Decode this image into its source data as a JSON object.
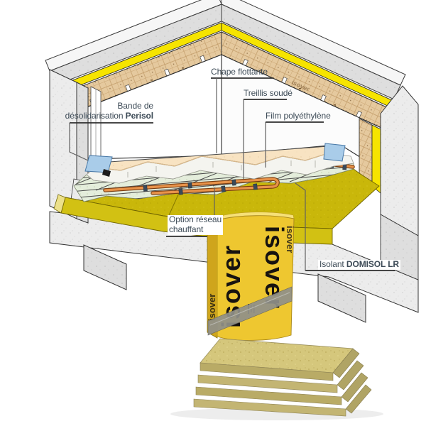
{
  "labels": {
    "chape": {
      "text": "Chape flottante"
    },
    "treillis": {
      "text": "Treillis soudé"
    },
    "film": {
      "text": "Film polyéthylène"
    },
    "bande": {
      "line1": "Bande de",
      "line2": "désolidarisation",
      "bold": "Perisol"
    },
    "option": {
      "line1": "Option réseau",
      "line2": "chauffant"
    },
    "isolant": {
      "prefix": "Isolant",
      "bold": "DOMISOL LR"
    }
  },
  "product": {
    "brand": "isover",
    "panel_count": 4
  },
  "diagram": {
    "wall_print": "isover"
  },
  "colors": {
    "label_text": "#3d4b57",
    "leader_line": "#616161",
    "concrete": "#ececec",
    "wall_insulation_yellow": "#f6e400",
    "kraft_facing": "#e3c79c",
    "floor_insulation_yellow": "#c9b70a",
    "screed_peach": "#f8e3c2",
    "film_white": "#f4f4ef",
    "mesh_green": "#e4eddb",
    "pipe_orange": "#e08438",
    "perisol_blue": "#a9cce9",
    "package_yellow": "#eec730"
  }
}
